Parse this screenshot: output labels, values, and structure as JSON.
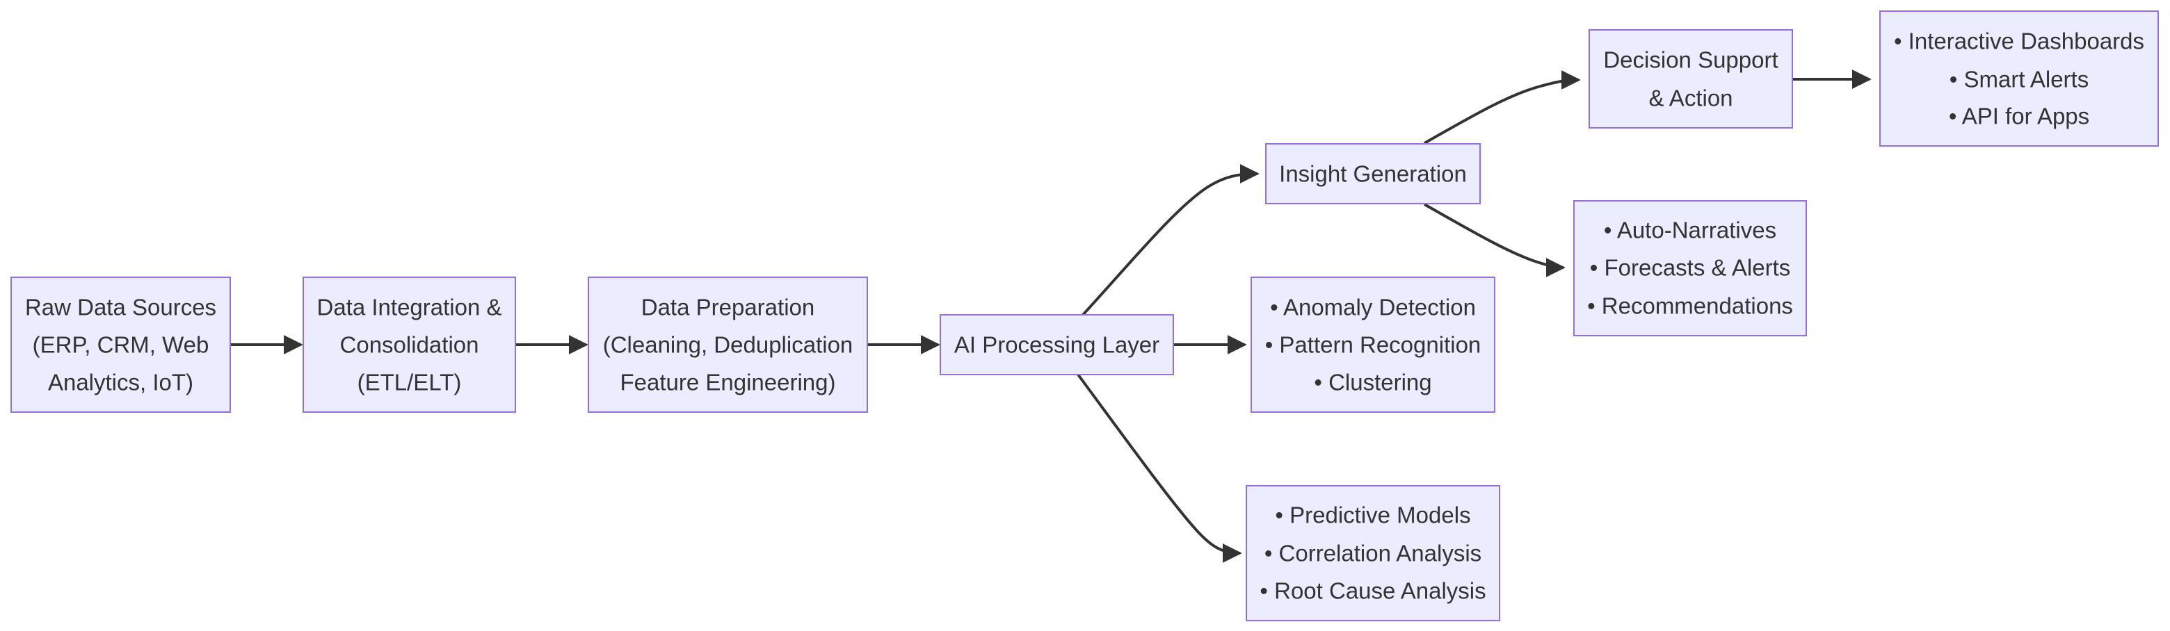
{
  "colors": {
    "node_fill": "#ECECFF",
    "node_border": "#9370DB",
    "edge": "#333333",
    "text": "#333333"
  },
  "nodes": {
    "raw": {
      "lines": [
        "Raw Data Sources",
        "(ERP, CRM, Web",
        "Analytics, IoT)"
      ]
    },
    "integration": {
      "lines": [
        "Data Integration &",
        "Consolidation",
        "(ETL/ELT)"
      ]
    },
    "preparation": {
      "lines": [
        "Data Preparation",
        "(Cleaning, Deduplication",
        "Feature Engineering)"
      ]
    },
    "ai": {
      "lines": [
        "AI Processing Layer"
      ]
    },
    "insight": {
      "lines": [
        "Insight Generation"
      ]
    },
    "decision": {
      "lines": [
        "Decision Support",
        "& Action"
      ]
    },
    "dashboards": {
      "lines": [
        "• Interactive Dashboards",
        "• Smart Alerts",
        "• API for Apps"
      ]
    },
    "narratives": {
      "lines": [
        "• Auto-Narratives",
        "• Forecasts & Alerts",
        "• Recommendations"
      ]
    },
    "anomaly": {
      "lines": [
        "• Anomaly Detection",
        "• Pattern Recognition",
        "• Clustering"
      ]
    },
    "predictive": {
      "lines": [
        "• Predictive Models",
        "• Correlation Analysis",
        "• Root Cause Analysis"
      ]
    }
  },
  "edges": [
    {
      "from": "raw",
      "to": "integration"
    },
    {
      "from": "integration",
      "to": "preparation"
    },
    {
      "from": "preparation",
      "to": "ai"
    },
    {
      "from": "ai",
      "to": "insight"
    },
    {
      "from": "ai",
      "to": "anomaly"
    },
    {
      "from": "ai",
      "to": "predictive"
    },
    {
      "from": "insight",
      "to": "decision"
    },
    {
      "from": "insight",
      "to": "narratives"
    },
    {
      "from": "decision",
      "to": "dashboards"
    }
  ]
}
